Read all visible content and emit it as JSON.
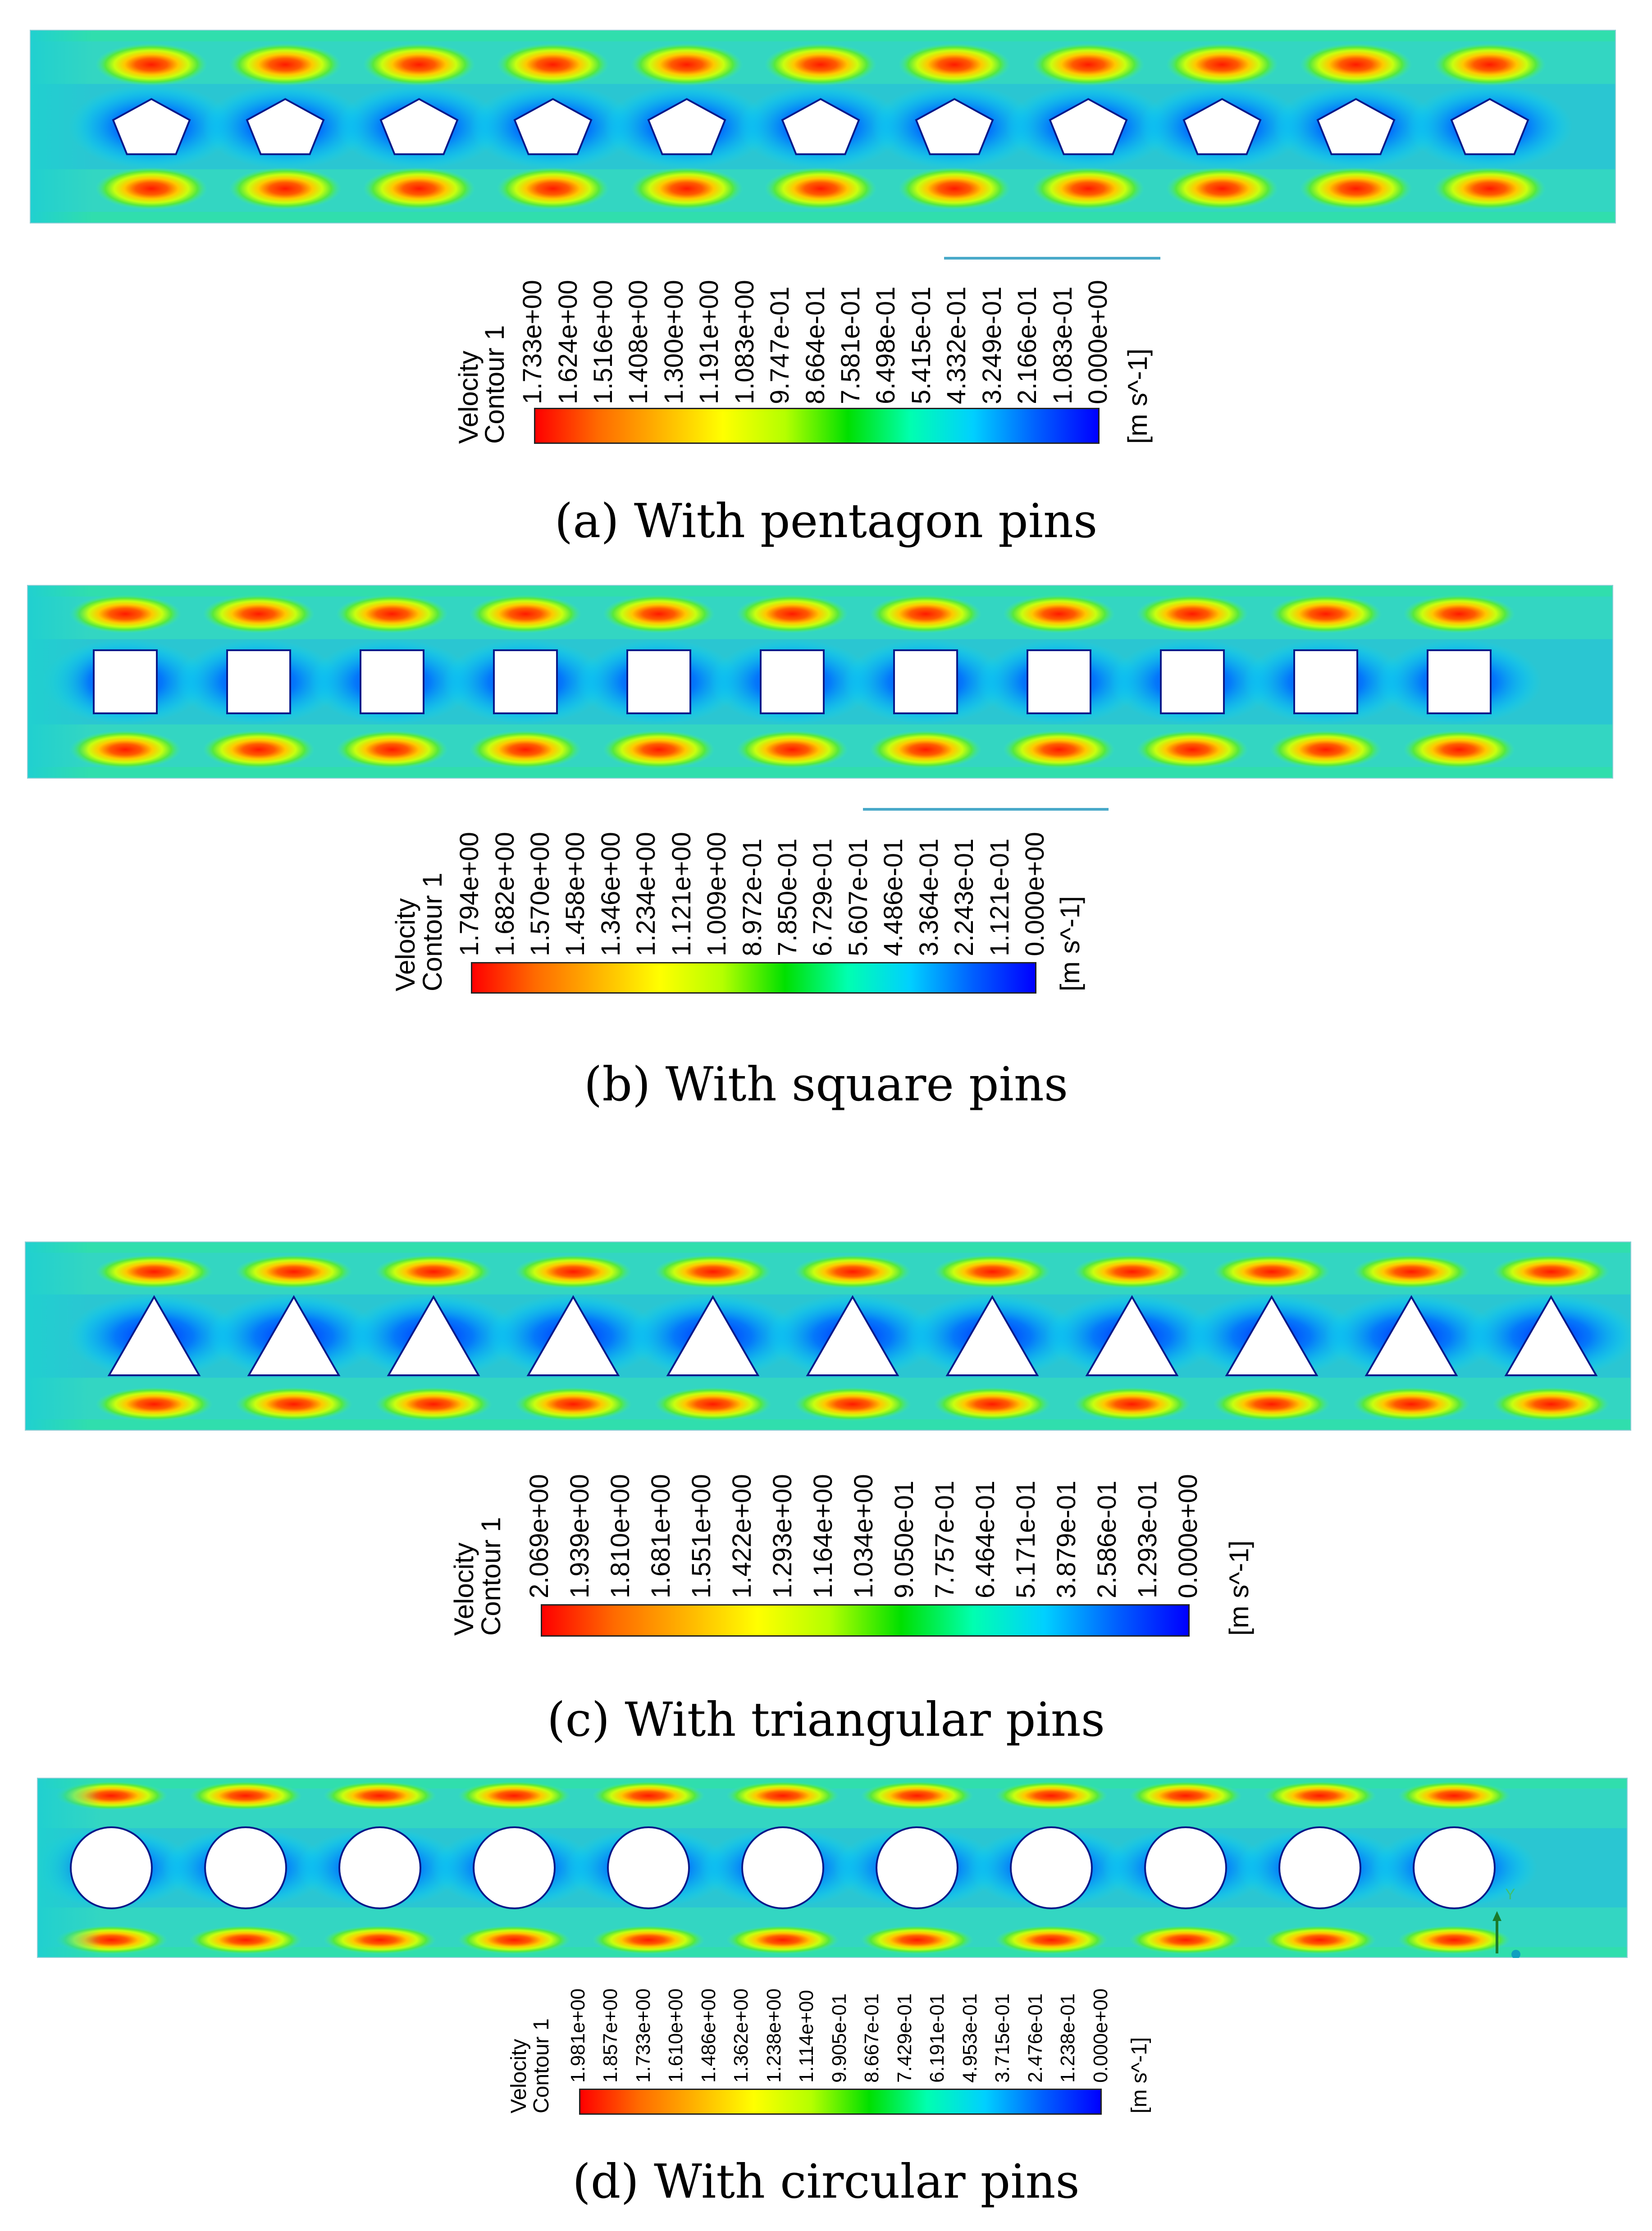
{
  "figure": {
    "panels": [
      {
        "id": "a",
        "pin_shape": "pentagon",
        "caption": "(a) With pentagon pins",
        "legend": {
          "title_line1": "Velocity",
          "title_line2": "Contour 1",
          "ticks": [
            "1.733e+00",
            "1.624e+00",
            "1.516e+00",
            "1.408e+00",
            "1.300e+00",
            "1.191e+00",
            "1.083e+00",
            "9.747e-01",
            "8.664e-01",
            "7.581e-01",
            "6.498e-01",
            "5.415e-01",
            "4.332e-01",
            "3.249e-01",
            "2.166e-01",
            "1.083e-01",
            "0.000e+00"
          ],
          "unit": "[m s^-1]"
        }
      },
      {
        "id": "b",
        "pin_shape": "square",
        "caption": "(b) With square pins",
        "legend": {
          "title_line1": "Velocity",
          "title_line2": "Contour 1",
          "ticks": [
            "1.794e+00",
            "1.682e+00",
            "1.570e+00",
            "1.458e+00",
            "1.346e+00",
            "1.234e+00",
            "1.121e+00",
            "1.009e+00",
            "8.972e-01",
            "7.850e-01",
            "6.729e-01",
            "5.607e-01",
            "4.486e-01",
            "3.364e-01",
            "2.243e-01",
            "1.121e-01",
            "0.000e+00"
          ],
          "unit": "[m s^-1]"
        }
      },
      {
        "id": "c",
        "pin_shape": "triangle",
        "caption": "(c) With triangular pins",
        "legend": {
          "title_line1": "Velocity",
          "title_line2": "Contour 1",
          "ticks": [
            "2.069e+00",
            "1.939e+00",
            "1.810e+00",
            "1.681e+00",
            "1.551e+00",
            "1.422e+00",
            "1.293e+00",
            "1.164e+00",
            "1.034e+00",
            "9.050e-01",
            "7.757e-01",
            "6.464e-01",
            "5.171e-01",
            "3.879e-01",
            "2.586e-01",
            "1.293e-01",
            "0.000e+00"
          ],
          "unit": "[m s^-1]"
        }
      },
      {
        "id": "d",
        "pin_shape": "circle",
        "caption": "(d) With circular pins",
        "axis_triad_label": "Y",
        "legend": {
          "title_line1": "Velocity",
          "title_line2": "Contour 1",
          "ticks": [
            "1.981e+00",
            "1.857e+00",
            "1.733e+00",
            "1.610e+00",
            "1.486e+00",
            "1.362e+00",
            "1.238e+00",
            "1.114e+00",
            "9.905e-01",
            "8.667e-01",
            "7.429e-01",
            "6.191e-01",
            "4.953e-01",
            "3.715e-01",
            "2.476e-01",
            "1.238e-01",
            "0.000e+00"
          ],
          "unit": "[m s^-1]"
        }
      }
    ],
    "pins_per_channel": 11,
    "colormap": [
      "#ff0000",
      "#ff6a00",
      "#ffb400",
      "#ffff00",
      "#b4ff00",
      "#00e000",
      "#00ffb0",
      "#00d0ff",
      "#0060ff",
      "#0000ff"
    ]
  }
}
